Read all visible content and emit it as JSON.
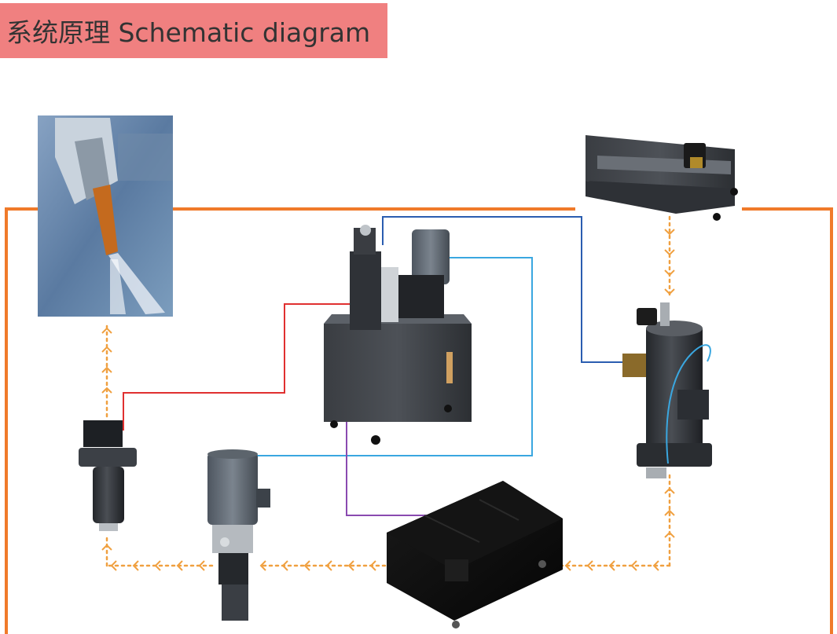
{
  "header": {
    "title": "系统原理 Schematic diagram"
  },
  "colors": {
    "header_bg": "#f08080",
    "main_loop": "#f07a2a",
    "dotted_flow": "#f0a040",
    "red_line": "#e03030",
    "blue_line": "#2a5db0",
    "cyan_line": "#3aa7e0",
    "purple_line": "#8a4ab0"
  },
  "components": {
    "machine_tool": "machining-spindle-image",
    "hydraulic_station": "hydraulic-power-unit",
    "conveyor_tank": "chip-conveyor-tank",
    "cyclone_filter": "cyclone-separator",
    "high_pressure_filter": "high-pressure-filter",
    "pump_motor": "high-pressure-pump",
    "clean_tank": "clean-coolant-tank"
  }
}
